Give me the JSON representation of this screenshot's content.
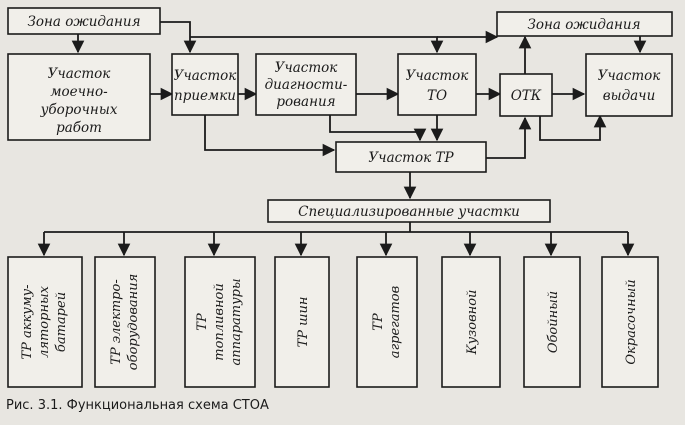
{
  "caption": "Рис. 3.1. Функциональная схема СТОА",
  "nodes": {
    "wait_zone_left": "Зона ожидания",
    "wash_area": [
      "Участок",
      "моечно-",
      "уборочных",
      "работ"
    ],
    "reception": [
      "Участок",
      "приемки"
    ],
    "diagnostics": [
      "Участок",
      "диагности-",
      "рования"
    ],
    "to_area": [
      "Участок",
      "ТО"
    ],
    "otk": "ОТК",
    "wait_zone_right": "Зона ожидания",
    "delivery": [
      "Участок",
      "выдачи"
    ],
    "tr_area": "Участок ТР",
    "specialized": "Специализированные участки"
  },
  "workshops": [
    [
      "ТР аккуму-",
      "ляторных",
      "батарей"
    ],
    [
      "ТР электро-",
      "оборудования"
    ],
    [
      "ТР",
      "топливной",
      "аппаратуры"
    ],
    [
      "ТР шин"
    ],
    [
      "ТР",
      "агрегатов"
    ],
    [
      "Кузовной"
    ],
    [
      "Обойный"
    ],
    [
      "Окрасочный"
    ]
  ]
}
